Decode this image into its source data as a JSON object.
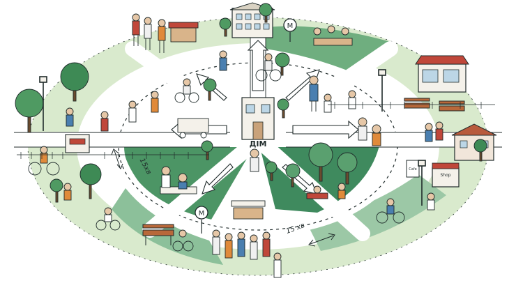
{
  "center": {
    "label": "ДІМ"
  },
  "distance_labels": {
    "left": "15хв",
    "bottom": "15 хв"
  },
  "signs": {
    "metro_top": "M",
    "metro_bottom": "M",
    "cafe": "Cafe",
    "shop": "Shop"
  },
  "colors": {
    "grass": "#cfe3c1",
    "park_dark": "#3f8a5e",
    "park_mid": "#5aa06f",
    "tree": "#3e8a55",
    "path": "#ffffff",
    "ink": "#1f2a2a",
    "accent_red": "#c0473a",
    "accent_orange": "#e08a3a",
    "accent_blue": "#4a7fb0"
  }
}
